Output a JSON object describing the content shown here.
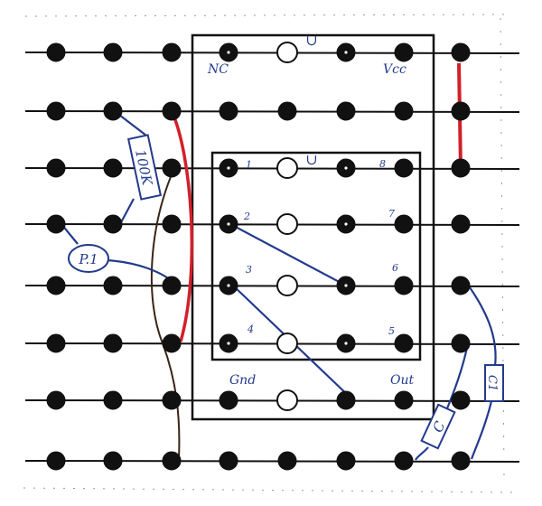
{
  "diagram": {
    "ic_labels": {
      "nc": "NC",
      "vcc": "Vcc",
      "gnd": "Gnd",
      "out": "Out",
      "notch_outer": "∪",
      "notch_inner": "∪"
    },
    "pin_numbers": [
      "1",
      "2",
      "3",
      "4",
      "5",
      "6",
      "7",
      "8"
    ],
    "components": {
      "resistor_100k": "100K",
      "pot": "P.1",
      "cap_right": "C",
      "cap_far_right": "C1"
    },
    "colors": {
      "grid": "#111111",
      "ink_blue": "#233a8c",
      "ink_red": "#d2202a",
      "ink_brown": "#3a2418"
    }
  }
}
